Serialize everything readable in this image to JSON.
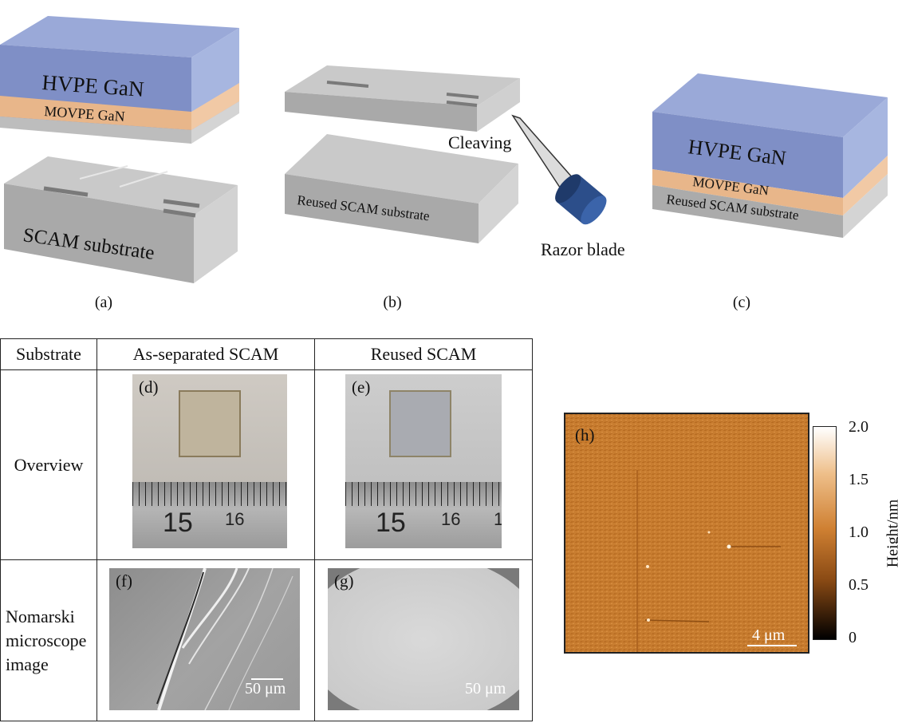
{
  "diagram": {
    "a": {
      "hvpe": "HVPE GaN",
      "movpe": "MOVPE GaN",
      "substrate": "SCAM substrate",
      "caption": "(a)"
    },
    "b": {
      "cleaving": "Cleaving",
      "substrate": "Reused SCAM substrate",
      "razor": "Razor blade",
      "caption": "(b)"
    },
    "c": {
      "hvpe": "HVPE GaN",
      "movpe": "MOVPE GaN",
      "substrate": "Reused SCAM substrate",
      "caption": "(c)"
    }
  },
  "table": {
    "headers": [
      "Substrate",
      "As-separated SCAM",
      "Reused SCAM"
    ],
    "row1_label": "Overview",
    "row2_label": "Nomarski microscope image",
    "d_label": "(d)",
    "e_label": "(e)",
    "f_label": "(f)",
    "g_label": "(g)",
    "ruler_15": "15",
    "ruler_16": "16",
    "ruler_1": "1",
    "scale_f": "50 μm",
    "scale_g": "50 μm"
  },
  "afm": {
    "label": "(h)",
    "scale": "4 μm",
    "colorbar_title": "Height/nm",
    "ticks": [
      "2.0",
      "1.5",
      "1.0",
      "0.5",
      "0"
    ],
    "colors": {
      "low": "#000000",
      "mid": "#c8742a",
      "high": "#ffffff"
    }
  }
}
